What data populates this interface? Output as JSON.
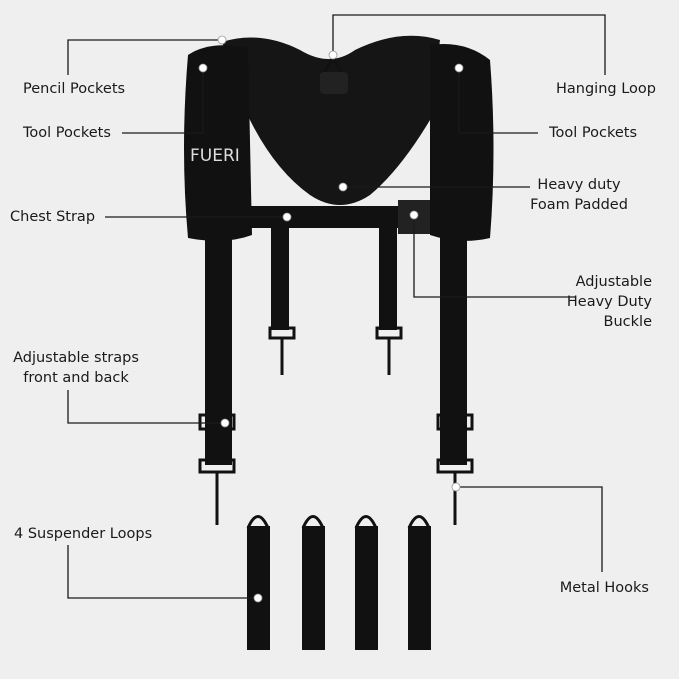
{
  "brand": "FUERI",
  "labels": {
    "pencil_pockets": "Pencil Pockets",
    "tool_pockets_left": "Tool Pockets",
    "chest_strap": "Chest Strap",
    "adjustable_straps_1": "Adjustable straps",
    "adjustable_straps_2": "front and back",
    "suspender_loops": "4 Suspender Loops",
    "hanging_loop": "Hanging Loop",
    "tool_pockets_right": "Tool Pockets",
    "foam_1": "Heavy duty",
    "foam_2": "Foam Padded",
    "buckle_1": "Adjustable",
    "buckle_2": "Heavy Duty",
    "buckle_3": "Buckle",
    "metal_hooks": "Metal Hooks"
  },
  "colors": {
    "background": "#efefef",
    "product": "#111111",
    "line": "#1a1a1a"
  }
}
